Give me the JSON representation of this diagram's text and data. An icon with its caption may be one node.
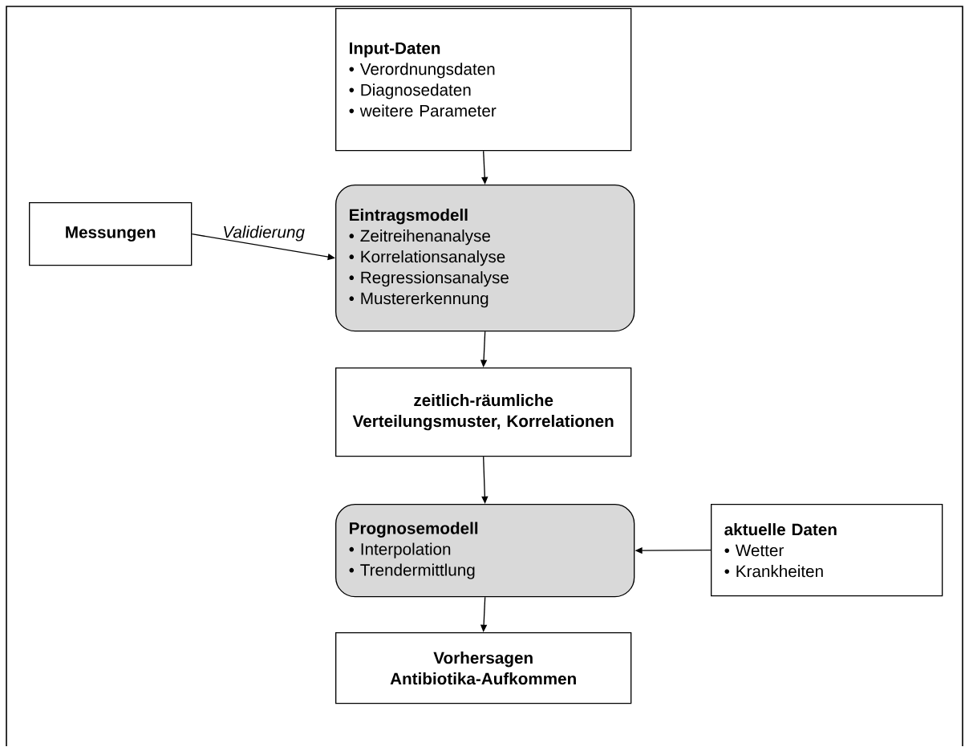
{
  "diagram": {
    "nodes": [
      {
        "text": [
          "Input-Daten",
          "• Verordnungsdaten",
          "• Diagnosedaten",
          "• weitere Parameter"
        ]
      },
      {
        "text": [
          "Eintragsmodell",
          "• Zeitreihenanalyse",
          "• Korrelationsanalyse",
          "• Regressionsanalyse",
          "• Mustererkennung"
        ]
      },
      {
        "text": [
          "Messungen"
        ]
      },
      {
        "text": [
          "zeitlich-räumliche Verteilungsmuster, Korrelationen"
        ]
      },
      {
        "text": [
          "Prognosemodell",
          "• Interpolation",
          "• Trendermittlung"
        ]
      },
      {
        "text": [
          "aktuelle Daten",
          "• Wetter",
          "• Krankheiten"
        ]
      },
      {
        "text": [
          "Vorhersagen Antibiotika-Aufkommen"
        ]
      }
    ],
    "edges": [
      {
        "from": 0,
        "to": 1,
        "arrow": "to"
      },
      {
        "from": 2,
        "to": 1,
        "arrow": "to",
        "label": "Validierung"
      },
      {
        "from": 1,
        "to": 3,
        "arrow": "to"
      },
      {
        "from": 3,
        "to": 4,
        "arrow": "to"
      },
      {
        "from": 5,
        "to": 4,
        "arrow": "to"
      },
      {
        "from": 4,
        "to": 6,
        "arrow": "to"
      }
    ]
  }
}
